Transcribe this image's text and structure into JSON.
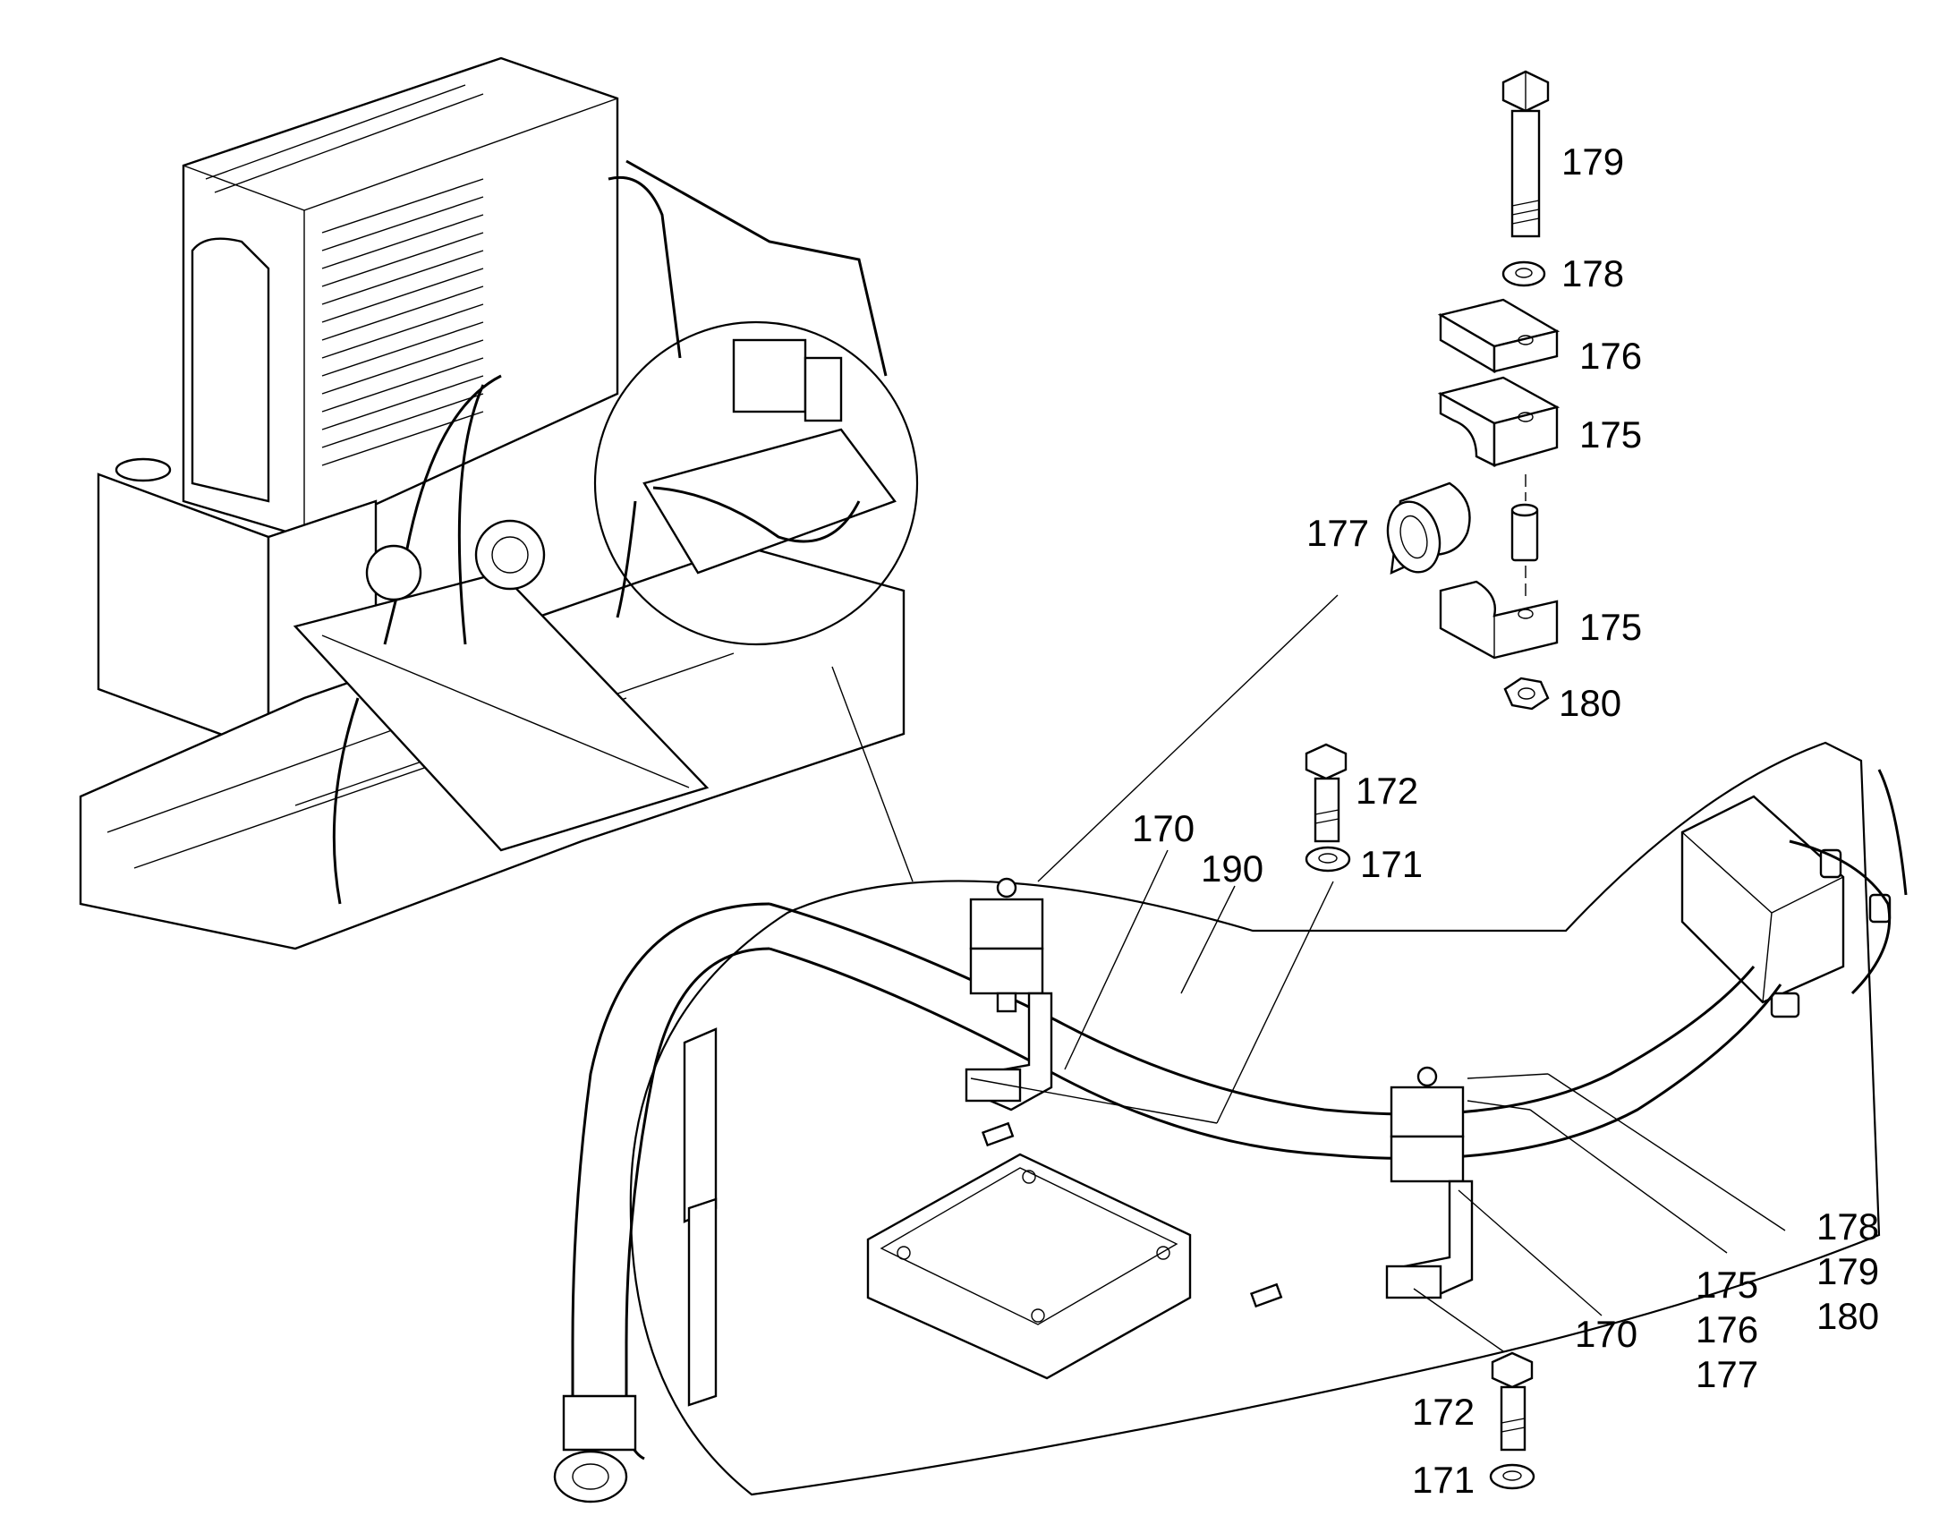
{
  "labels": {
    "p179_top": "179",
    "p178_top": "178",
    "p176_top": "176",
    "p175_upper": "175",
    "p177_left": "177",
    "p175_lower": "175",
    "p180_top": "180",
    "p172_mid": "172",
    "p171_mid": "171",
    "p170_upper": "170",
    "p190": "190",
    "group_right": [
      "178",
      "179",
      "180"
    ],
    "group_mid": [
      "175",
      "176",
      "177"
    ],
    "p170_lower": "170",
    "p172_bottom": "172",
    "p171_bottom": "171"
  }
}
